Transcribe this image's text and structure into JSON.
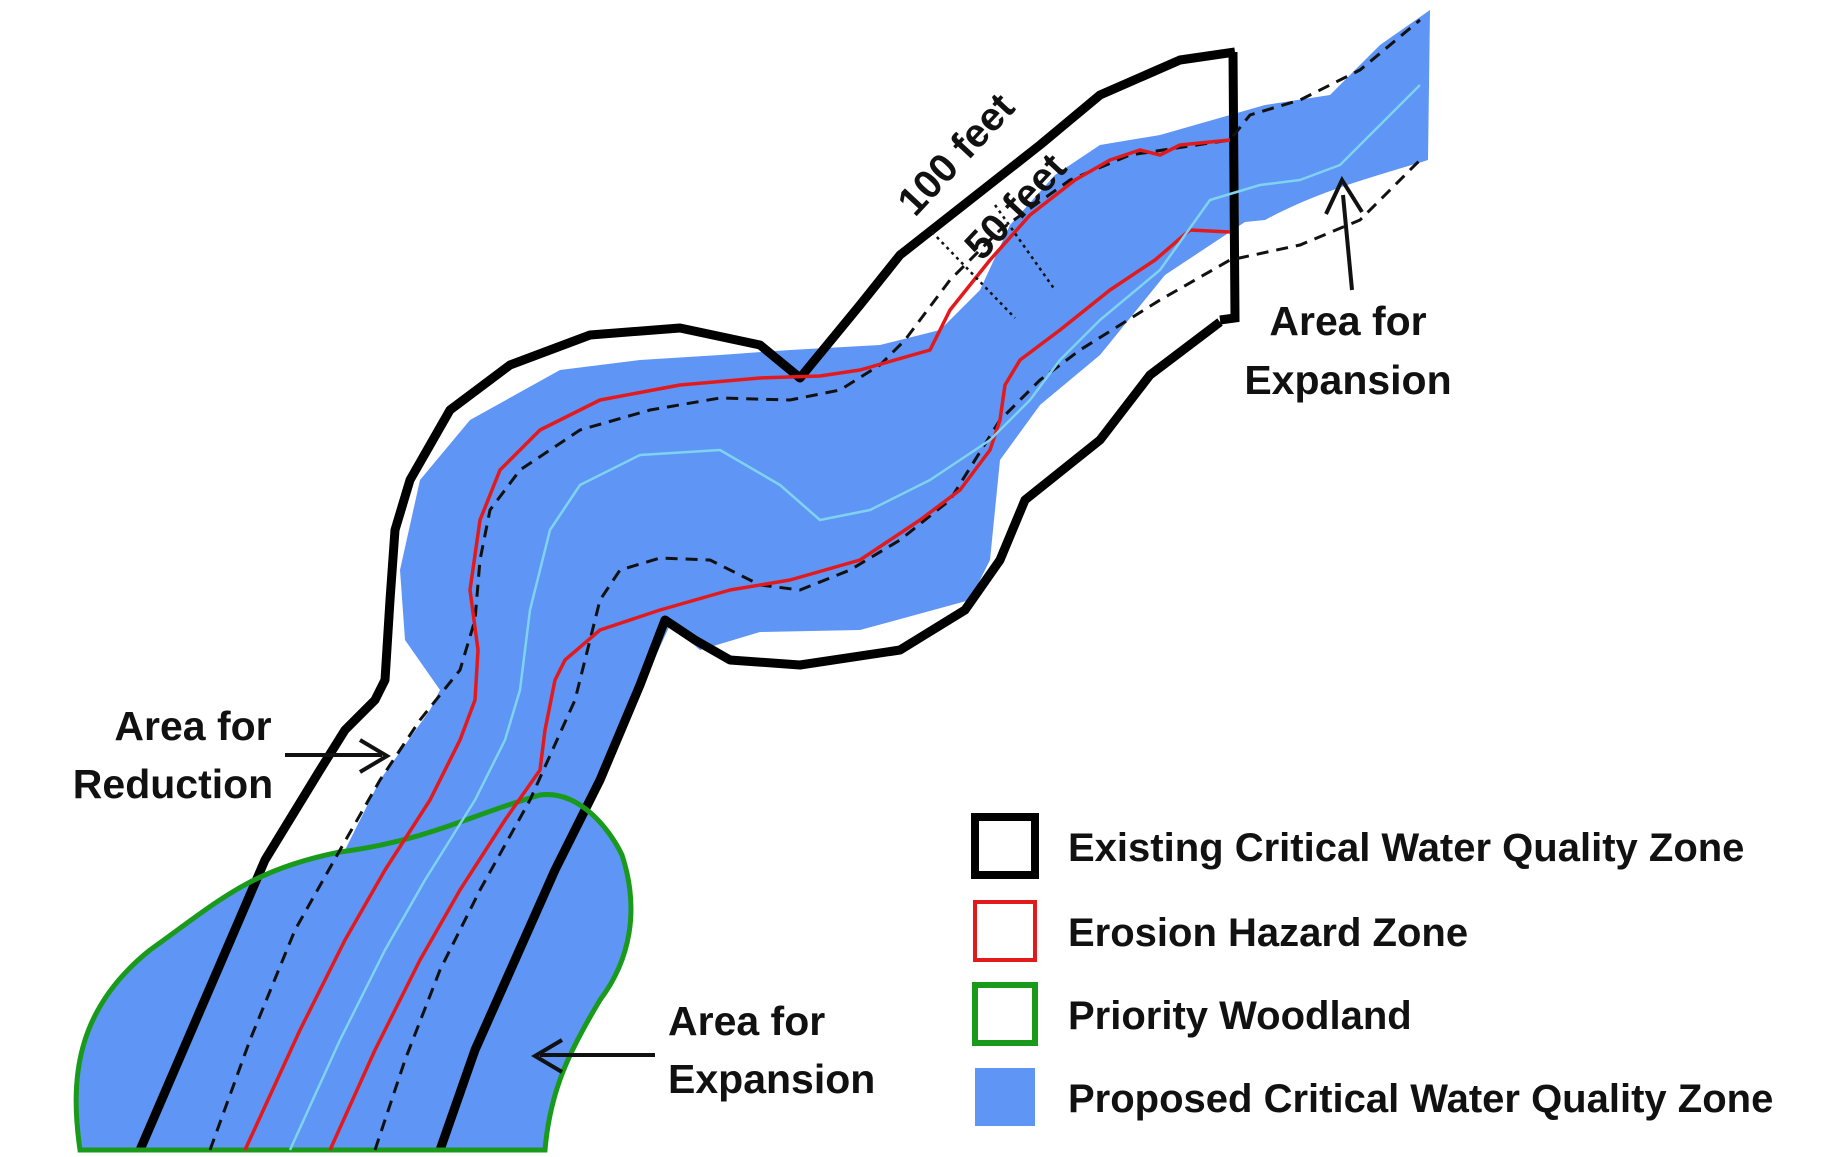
{
  "dimension_labels": {
    "outer_width": "100 feet",
    "inner_width": "50 feet"
  },
  "callouts": {
    "expansion_upper": [
      "Area for",
      "Expansion"
    ],
    "reduction": [
      "Area for",
      "Reduction"
    ],
    "expansion_lower": [
      "Area for",
      "Expansion"
    ]
  },
  "legend": {
    "items": [
      {
        "label": "Existing Critical Water Quality Zone",
        "swatch": "outline",
        "color": "#000000"
      },
      {
        "label": "Erosion Hazard Zone",
        "swatch": "outline",
        "color": "#e31a1c"
      },
      {
        "label": "Priority Woodland",
        "swatch": "outline",
        "color": "#1a9a1a"
      },
      {
        "label": "Proposed Critical Water Quality Zone",
        "swatch": "fill",
        "color": "#5f95f5"
      }
    ]
  },
  "colors": {
    "proposed_zone_fill": "#5f95f5",
    "stream_line": "#7fd3ee",
    "erosion_line": "#e31a1c",
    "woodland_line": "#1a9a1a",
    "existing_zone_line": "#000000"
  }
}
